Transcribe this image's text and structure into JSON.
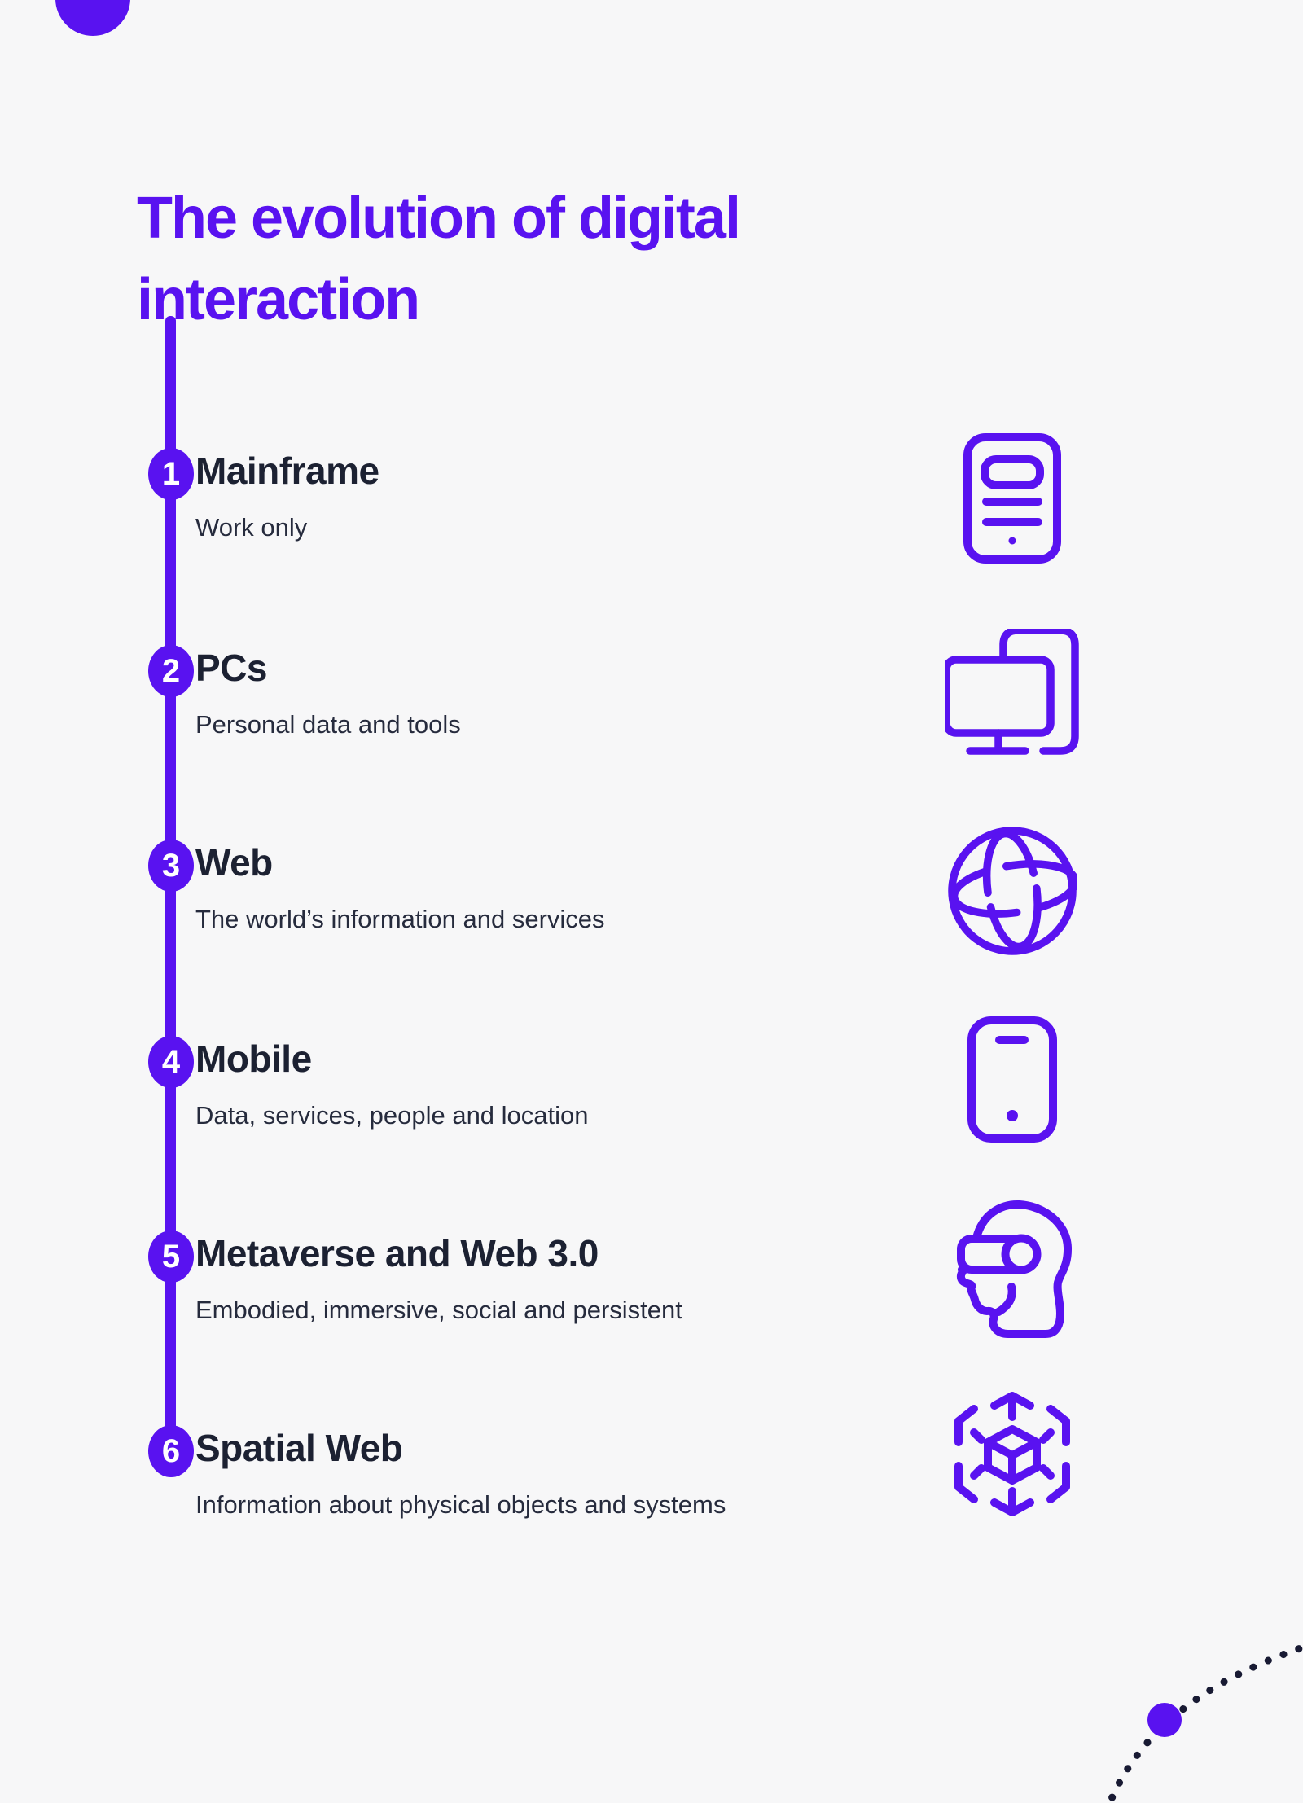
{
  "header": {
    "title_line1": "The evolution of digital",
    "title_line2": "interaction"
  },
  "timeline": {
    "items": [
      {
        "number": "1",
        "title": "Mainframe",
        "description": "Work only",
        "icon": "mainframe-icon"
      },
      {
        "number": "2",
        "title": "PCs",
        "description": "Personal data and tools",
        "icon": "desktop-pc-icon"
      },
      {
        "number": "3",
        "title": "Web",
        "description": "The world’s information and services",
        "icon": "globe-icon"
      },
      {
        "number": "4",
        "title": "Mobile",
        "description": "Data, services, people and location",
        "icon": "smartphone-icon"
      },
      {
        "number": "5",
        "title": "Metaverse and Web 3.0",
        "description": "Embodied, immersive, social and persistent",
        "icon": "vr-headset-head-icon"
      },
      {
        "number": "6",
        "title": "Spatial Web",
        "description": "Information about physical objects and systems",
        "icon": "spatial-cube-icon"
      }
    ]
  },
  "colors": {
    "accent": "#5912f0",
    "heading_text": "#1c2132",
    "body_text": "#262b3d",
    "background": "#f7f7f8",
    "arc_dots": "#181a33"
  }
}
